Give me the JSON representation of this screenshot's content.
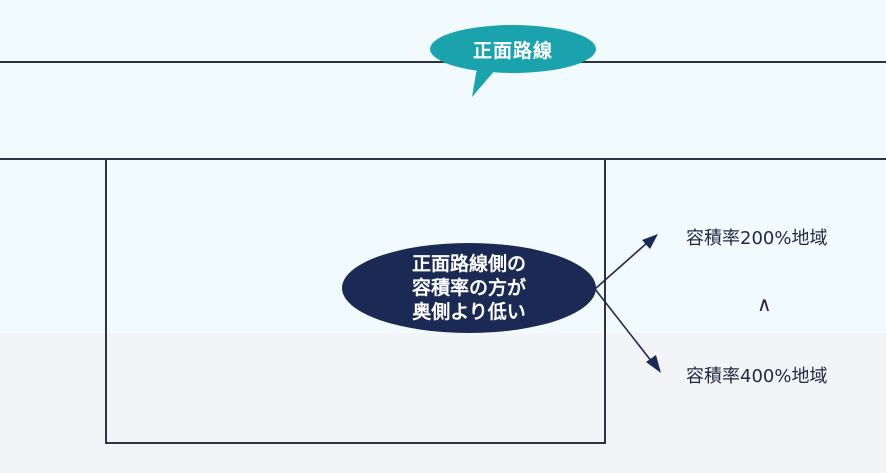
{
  "diagram": {
    "front_road_label": "正面路線",
    "callout_lines": [
      "正面路線側の",
      "容積率の方が",
      "奥側より低い"
    ],
    "zone_upper": "容積率200%地域",
    "comparison_symbol": "∧",
    "zone_lower": "容積率400%地域",
    "colors": {
      "teal": "#1ba3ad",
      "navy": "#1a2a55",
      "line": "#2d3340",
      "bg_upper": "#f1fafc",
      "bg_lower": "#f3f4f7"
    }
  }
}
